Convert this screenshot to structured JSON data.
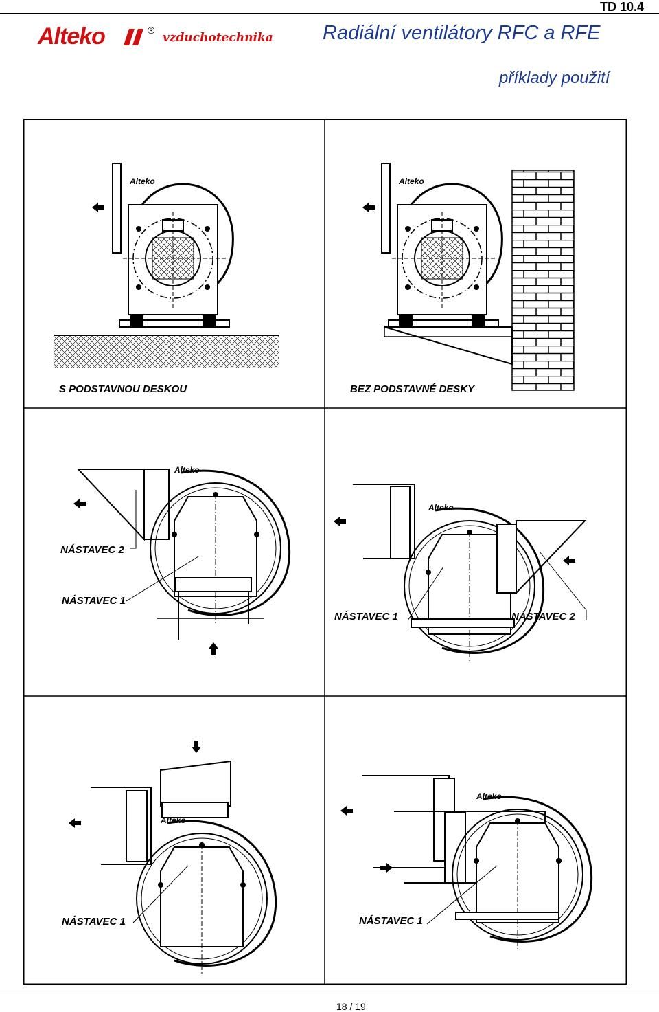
{
  "header": {
    "doc_code": "TD 10.4",
    "brand": "Alteko",
    "brand_sub": "vzduchotechnika",
    "title": "Radiální ventilátory RFC a RFE",
    "subtitle": "příklady použití"
  },
  "panels": {
    "p1_caption": "S PODSTAVNOU DESKOU",
    "p2_caption": "BEZ PODSTAVNÉ DESKY",
    "p3_label_a": "NÁSTAVEC 2",
    "p3_label_b": "NÁSTAVEC 1",
    "p4_label_a": "NÁSTAVEC 1",
    "p4_label_b": "NÁSTAVEC 2",
    "p5_label": "NÁSTAVEC 1",
    "p6_label": "NÁSTAVEC 1"
  },
  "footer": {
    "page": "18",
    "separator": "/",
    "total": "19"
  },
  "colors": {
    "brand_red": "#d01010",
    "title_blue": "#1a3a8f"
  }
}
